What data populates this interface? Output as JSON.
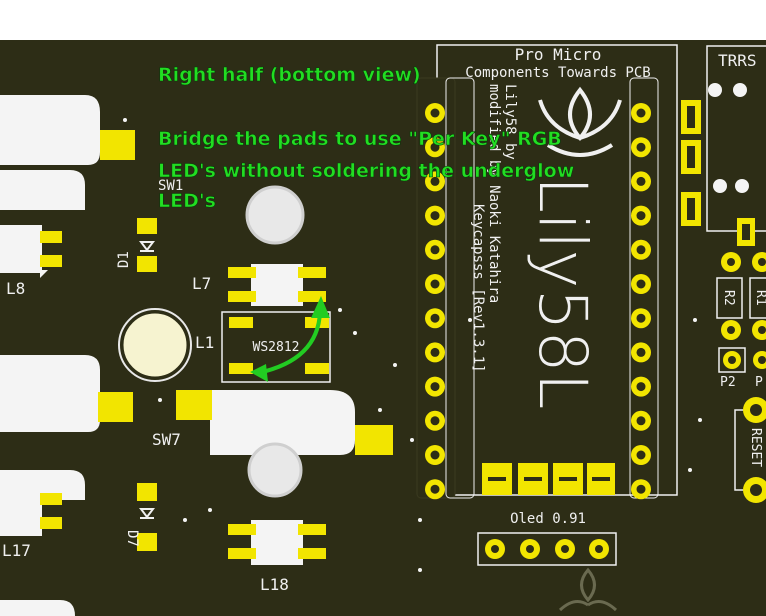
{
  "annotation": {
    "title": "Right half (bottom view)",
    "line1": "Bridge the pads to use \"Per Key\" RGB",
    "line2": "LED's without soldering the underglow",
    "line3": "LED's"
  },
  "pro_micro": {
    "title": "Pro Micro",
    "subtitle": "Components Towards PCB"
  },
  "credit": {
    "line1": "Lily58 by",
    "line2": "modified by Naoki Katahira",
    "line3": "Keycapsss [Rev1.3.1]"
  },
  "logo_text": "Lily58L",
  "labels": {
    "trrs": "TRRS",
    "oled": "Oled 0.91",
    "reset": "RESET",
    "r1": "R1",
    "r2": "R2",
    "p1": "P",
    "p2": "P2",
    "sw1": "SW1",
    "sw7": "SW7",
    "d1": "D1",
    "d7": "D7",
    "l1": "L1",
    "l7": "L7",
    "l8": "L8",
    "l17": "L17",
    "l18": "L18",
    "ws2812": "WS2812"
  },
  "colors": {
    "board": "#2d2d16",
    "pad": "#f2e500",
    "silk": "#f0f0f0",
    "annotation": "#22dd22",
    "arrow": "#22cc22"
  }
}
